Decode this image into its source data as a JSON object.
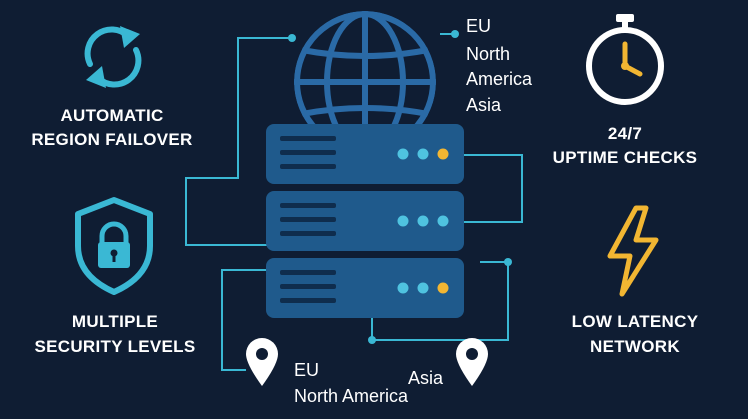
{
  "colors": {
    "background": "#0f1d33",
    "teal": "#3ab8d4",
    "server_body": "#1f5a8c",
    "server_dark": "#123a61",
    "server_line": "#0f2d4d",
    "led_blue": "#4fc3e0",
    "led_amber": "#f2b632",
    "globe": "#2a6aa6",
    "white": "#ffffff"
  },
  "features": {
    "failover": {
      "line1": "AUTOMATIC",
      "line2": "REGION FAILOVER",
      "icon": "sync-arrows-icon"
    },
    "uptime": {
      "line1": "24/7",
      "line2": "UPTIME CHECKS",
      "icon": "clock-icon"
    },
    "security": {
      "line1": "MULTIPLE",
      "line2": "SECURITY LEVELS",
      "icon": "shield-lock-icon"
    },
    "latency": {
      "line1": "LOW LATENCY",
      "line2": "NETWORK",
      "icon": "lightning-icon"
    }
  },
  "regions_top": [
    "EU",
    "North",
    "America",
    "Asia"
  ],
  "pin_left": {
    "line1": "EU",
    "line2": "North America"
  },
  "pin_right": {
    "label": "Asia"
  },
  "server_rack": {
    "units": 3,
    "icon": "server-rack-icon"
  },
  "globe": {
    "icon": "globe-icon"
  }
}
